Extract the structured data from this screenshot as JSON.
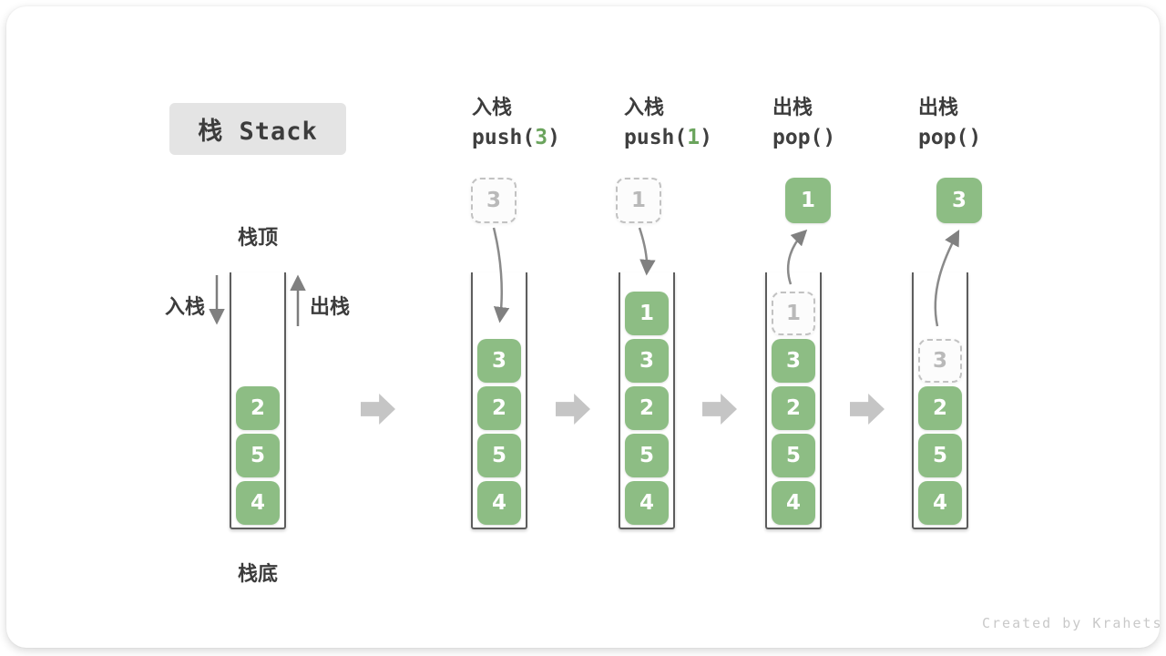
{
  "title": "栈 Stack",
  "labels": {
    "top": "栈顶",
    "bottom": "栈底",
    "push_side": "入栈",
    "pop_side": "出栈"
  },
  "watermark": "Created by Krahets",
  "colors": {
    "cell_green": "#8dbd84",
    "arg_green": "#6ba45d",
    "arrow_gray": "#8a8a8a",
    "block_arrow_gray": "#c5c5c5",
    "ghost_gray": "#b9b9b9",
    "title_bg": "#e4e4e4",
    "text_dark": "#3c3c3c"
  },
  "operations": [
    {
      "action": "入栈",
      "fn": "push(",
      "arg": "3",
      "close": ")"
    },
    {
      "action": "入栈",
      "fn": "push(",
      "arg": "1",
      "close": ")"
    },
    {
      "action": "出栈",
      "fn": "pop(",
      "arg": "",
      "close": ")"
    },
    {
      "action": "出栈",
      "fn": "pop(",
      "arg": "",
      "close": ")"
    }
  ],
  "stacks": [
    {
      "cells": [
        "2",
        "5",
        "4"
      ],
      "ghost": null,
      "floating": null
    },
    {
      "cells": [
        "3",
        "2",
        "5",
        "4"
      ],
      "ghost": null,
      "floating": {
        "value": "3",
        "style": "dashed"
      }
    },
    {
      "cells": [
        "1",
        "3",
        "2",
        "5",
        "4"
      ],
      "ghost": null,
      "floating": {
        "value": "1",
        "style": "dashed"
      }
    },
    {
      "cells": [
        "3",
        "2",
        "5",
        "4"
      ],
      "ghost": "1",
      "floating": {
        "value": "1",
        "style": "solid"
      }
    },
    {
      "cells": [
        "2",
        "5",
        "4"
      ],
      "ghost": "3",
      "floating": {
        "value": "3",
        "style": "solid"
      }
    }
  ]
}
